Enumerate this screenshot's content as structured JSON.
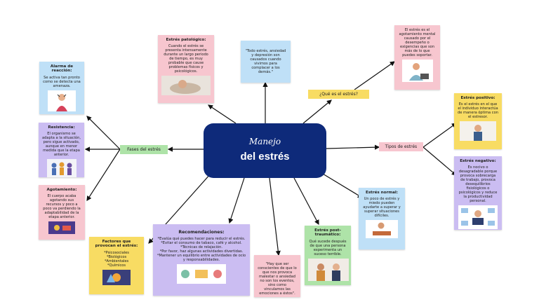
{
  "center": {
    "line1": "Manejo",
    "line2": "del estrés"
  },
  "branches": {
    "fases": "Fases del estrés",
    "que_es": "¿Qué es el estrés?",
    "tipos": "Tipos de estrés"
  },
  "notes": {
    "alarma": {
      "title": "Alarma de reacción:",
      "body": "Se activa tan pronto como se detecta una amenaza."
    },
    "resistencia": {
      "title": "Resistencia:",
      "body": "El organismo se adapta a la situación, pero sigue activado, aunque en menor medida que la etapa anterior."
    },
    "agotamiento": {
      "title": "Agotamiento:",
      "body": "El cuerpo acaba agotando sus recursos y poco a poco va perdiendo la adaptabilidad de la etapa anterior."
    },
    "patologico": {
      "title": "Estrés patológico:",
      "body": "Cuando el estrés se presenta intensamente durante un largo periodo de tiempo, es muy probable que cause problemas físicos y psicológicos."
    },
    "cita_distres": {
      "body": "\"Todo estrés, ansiedad y depresión son causados cuando vivimos para complacer a los demás.\""
    },
    "definicion": {
      "body": "El estrés es el agotamiento mental causado por el desempeño o exigencias que son más de lo que puedes soportar."
    },
    "positivo": {
      "title": "Estrés positivo:",
      "body": "Es el estrés en el que el individuo interactúa de manera óptima con el estresor."
    },
    "negativo": {
      "title": "Estrés negativo:",
      "body": "Es nocivo o desagradable porque provoca sobrecarga de trabajo, provoca desequilibrios fisiológicos o psicológicos y reduce la productividad personal."
    },
    "normal": {
      "title": "Estrés normal:",
      "body": "Un poco de estrés y miedo pueden ayudarte a superar y superar situaciones difíciles."
    },
    "post": {
      "title": "Estrés post-traumático:",
      "body": "Qué sucede después de que una persona experimenta un suceso terrible."
    },
    "cita_eventos": {
      "body": "\"Hay que ser conscientes de que lo que nos provoca malestar o ansiedad no son los eventos, sino como vinculamos las emociones a éstos\"."
    },
    "recomendaciones": {
      "title": "Recomendaciones:",
      "body": "*Evalúa qué puedes hacer para reducir el estrés.\n*Evitar el consumo de tabaco, café y alcohol.\n*Técnicas de relajación.\n*Por favor, haz algunas actividades divertidas.\n*Mantener un equilibrio entre actividades de ocio y responsabilidades."
    },
    "factores": {
      "title": "Factores que provocan el estrés:",
      "body": "*Psicosociales\n*Biológicos\n*Ambientales\n*Químicos"
    }
  },
  "colors": {
    "center": "#0e2a7a",
    "pink": "#f7c6cf",
    "blue": "#bfe0f7",
    "purple": "#cbbdf2",
    "yellow": "#f8dc63",
    "green": "#aee3a8",
    "lines": "#111111"
  }
}
